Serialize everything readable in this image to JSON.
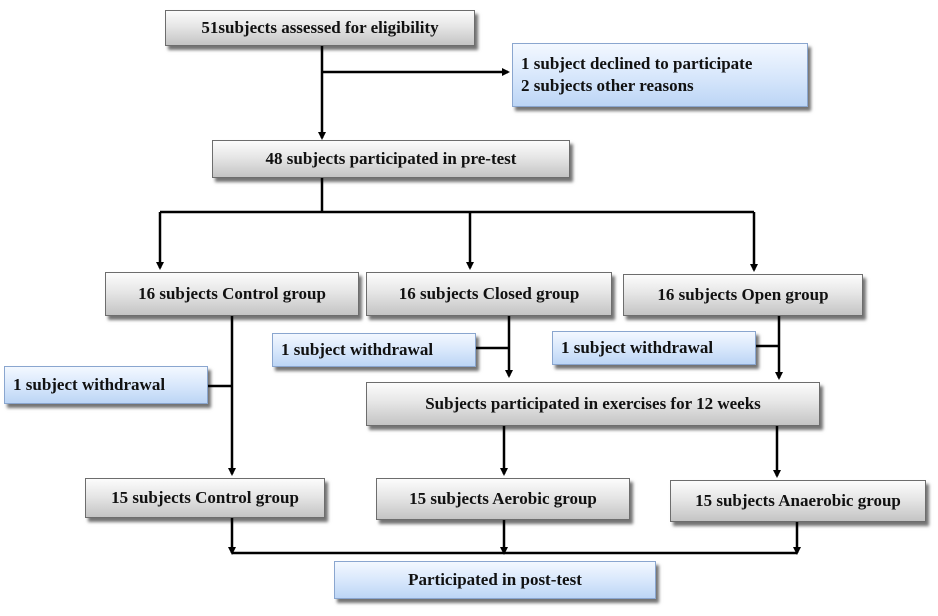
{
  "assessed": "51subjects assessed for eligibility",
  "excluded": {
    "line1": "1 subject declined to participate",
    "line2": "2 subjects other reasons"
  },
  "pretest": "48 subjects participated in pre-test",
  "groups": {
    "control": "16 subjects Control group",
    "closed": "16 subjects Closed group",
    "open": "16 subjects Open group"
  },
  "withdrawals": {
    "control": "1 subject withdrawal",
    "closed": "1 subject withdrawal",
    "open": "1 subject withdrawal"
  },
  "exercise": "Subjects participated in exercises for 12 weeks",
  "final_groups": {
    "control": "15 subjects Control group",
    "aerobic": "15 subjects Aerobic group",
    "anaerobic": "15 subjects Anaerobic group"
  },
  "posttest": "Participated in post-test",
  "colors": {
    "main_box": "#e0e0e0",
    "side_box": "#d6e6fb",
    "line": "#000000"
  }
}
